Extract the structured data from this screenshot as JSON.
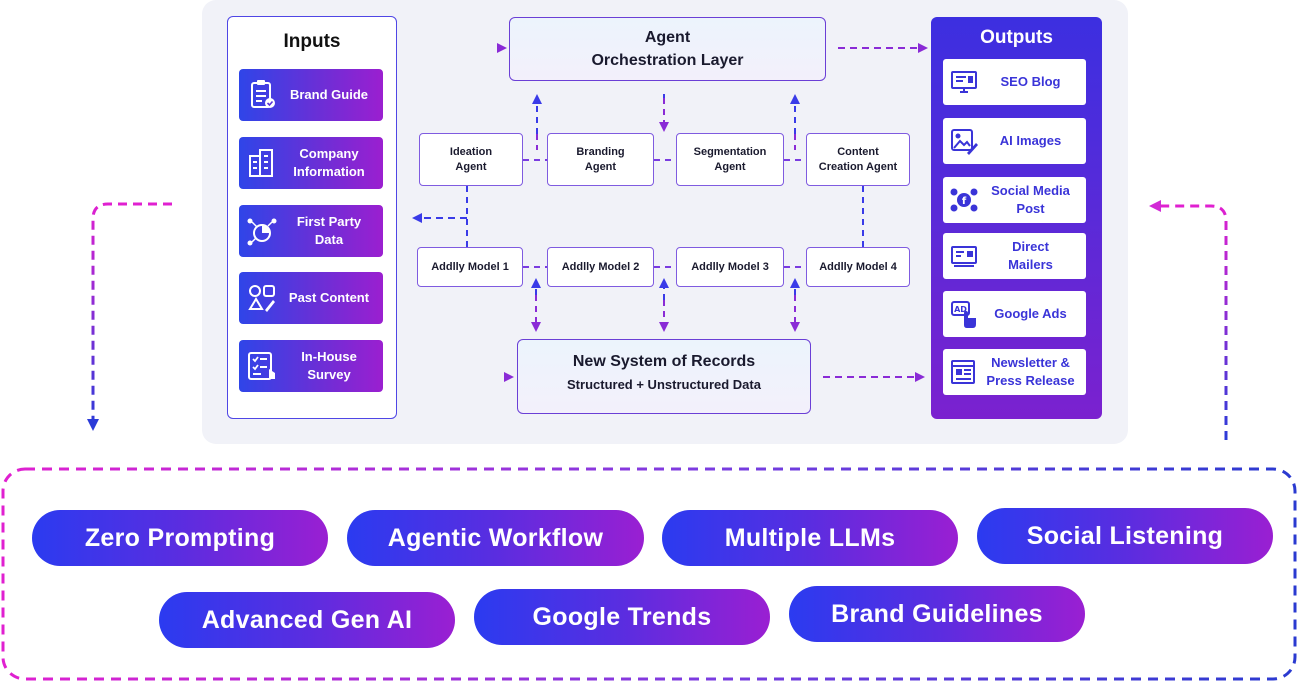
{
  "inputs": {
    "title": "Inputs",
    "items": [
      {
        "label": "Brand Guide",
        "icon": "clipboard-icon"
      },
      {
        "label": "Company\nInformation",
        "icon": "buildings-icon"
      },
      {
        "label": "First Party\nData",
        "icon": "data-analytics-icon"
      },
      {
        "label": "Past Content",
        "icon": "content-icon"
      },
      {
        "label": "In-House\nSurvey",
        "icon": "survey-icon"
      }
    ]
  },
  "orchestration": {
    "title": "Agent\nOrchestration Layer"
  },
  "agents": [
    "Ideation\nAgent",
    "Branding\nAgent",
    "Segmentation\nAgent",
    "Content\nCreation Agent"
  ],
  "models": [
    "Addlly Model 1",
    "Addlly Model 2",
    "Addlly Model 3",
    "Addlly Model 4"
  ],
  "records": {
    "title": "New System of Records",
    "subtitle": "Structured + Unstructured Data"
  },
  "outputs": {
    "title": "Outputs",
    "items": [
      {
        "label": "SEO Blog",
        "icon": "monitor-icon"
      },
      {
        "label": "AI Images",
        "icon": "image-edit-icon"
      },
      {
        "label": "Social Media\nPost",
        "icon": "social-media-icon"
      },
      {
        "label": "Direct\nMailers",
        "icon": "mail-icon"
      },
      {
        "label": "Google Ads",
        "icon": "ad-click-icon"
      },
      {
        "label": "Newsletter &\nPress Release",
        "icon": "newsletter-icon"
      }
    ]
  },
  "features": [
    "Zero Prompting",
    "Agentic Workflow",
    "Multiple LLMs",
    "Social Listening",
    "Advanced Gen AI",
    "Google Trends",
    "Brand Guidelines"
  ],
  "colors": {
    "blue": "#2b3bf0",
    "purple": "#7b2bd8",
    "magenta": "#d22ad6",
    "panel": "#f1f2f8"
  }
}
